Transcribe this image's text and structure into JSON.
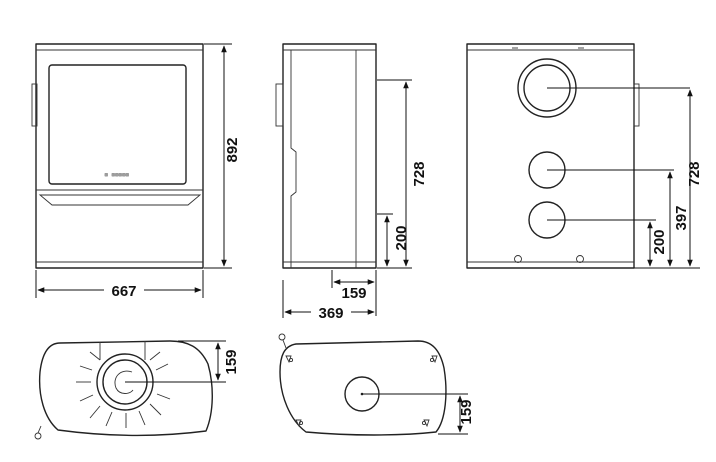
{
  "front_view": {
    "brand_mark": "▥ ▥▥▥▥▥",
    "width_label": "667",
    "height_label": "892"
  },
  "side_view": {
    "height_top_label": "728",
    "height_bottom_label": "200",
    "offset_label": "159",
    "depth_label": "369"
  },
  "back_view": {
    "height_top_label": "728",
    "height_mid_label": "397",
    "height_bottom_label": "200"
  },
  "top_view_front": {
    "offset_label": "159"
  },
  "top_view_back": {
    "offset_label": "159"
  }
}
